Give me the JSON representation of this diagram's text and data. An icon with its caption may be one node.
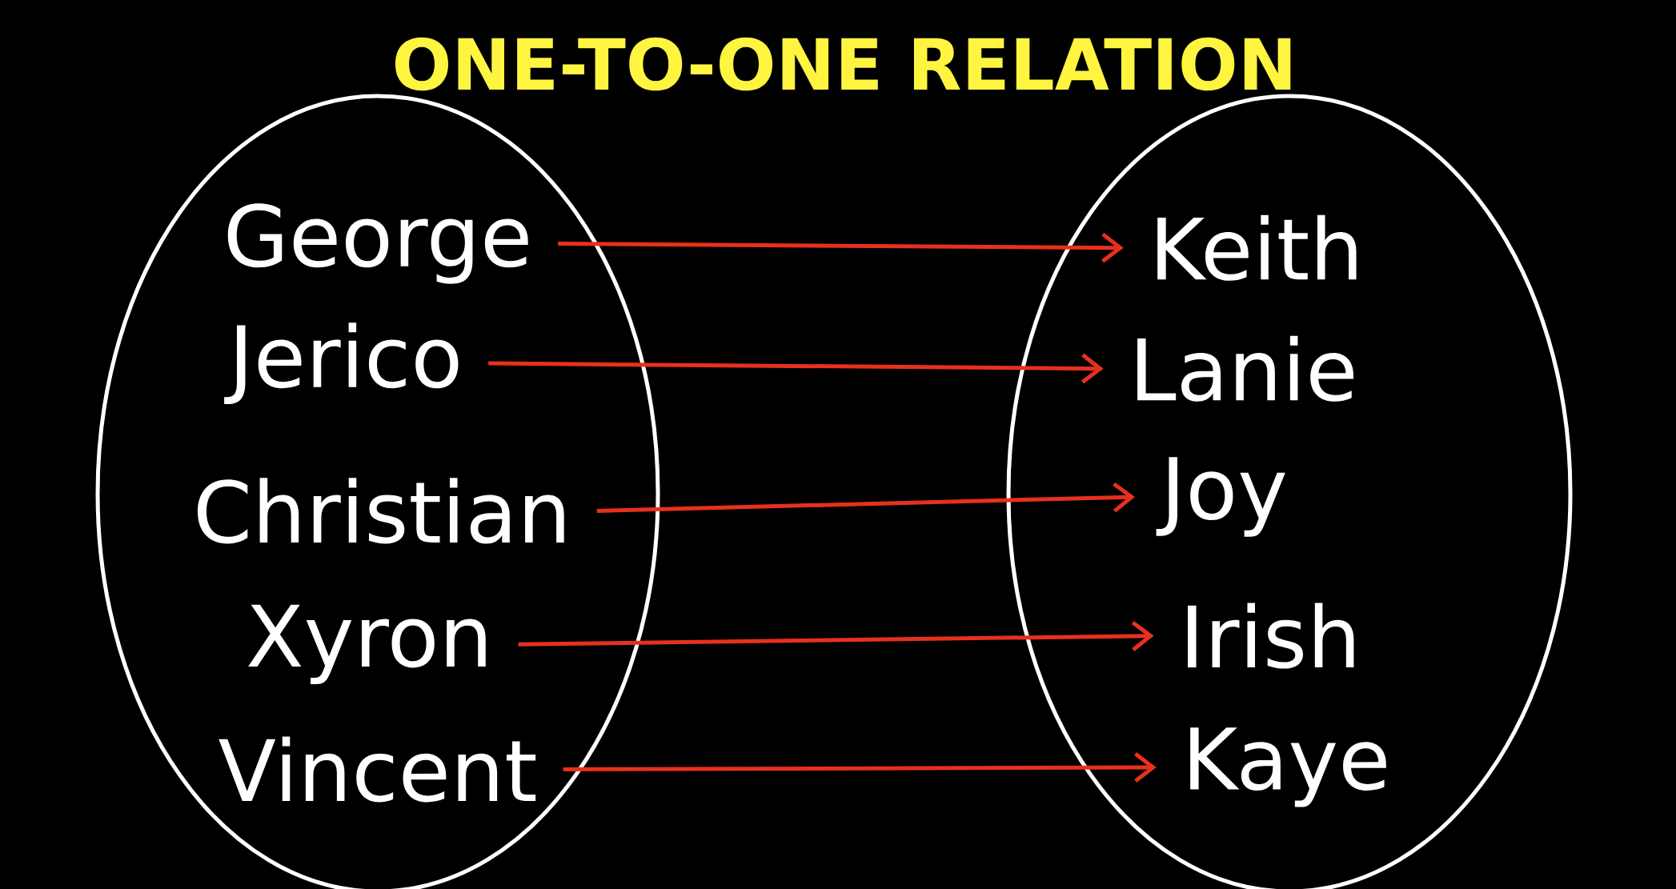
{
  "diagram": {
    "title": "ONE-TO-ONE RELATION",
    "nodes": [
      {
        "text": [],
        "shape": "ellipse"
      },
      {
        "text": [
          "George"
        ],
        "in": 0
      },
      {
        "text": [
          "Jerico"
        ],
        "in": 0
      },
      {
        "text": [
          "Christian"
        ],
        "in": 0
      },
      {
        "text": [
          "Xyron"
        ],
        "in": 0
      },
      {
        "text": [
          "Vincent"
        ],
        "in": 0
      },
      {
        "text": [],
        "shape": "ellipse"
      },
      {
        "text": [
          "Keith"
        ],
        "in": 6
      },
      {
        "text": [
          "Lanie"
        ],
        "in": 6
      },
      {
        "text": [
          "Joy"
        ],
        "in": 6
      },
      {
        "text": [
          "Irish"
        ],
        "in": 6
      },
      {
        "text": [
          "Kaye"
        ],
        "in": 6
      }
    ],
    "edges": [
      {
        "from": 1,
        "to": 7,
        "arrow": "to",
        "color": "#e8301e"
      },
      {
        "from": 2,
        "to": 8,
        "arrow": "to",
        "color": "#e8301e"
      },
      {
        "from": 3,
        "to": 9,
        "arrow": "to",
        "color": "#e8301e"
      },
      {
        "from": 4,
        "to": 10,
        "arrow": "to",
        "color": "#e8301e"
      },
      {
        "from": 5,
        "to": 11,
        "arrow": "to",
        "color": "#e8301e"
      }
    ]
  }
}
